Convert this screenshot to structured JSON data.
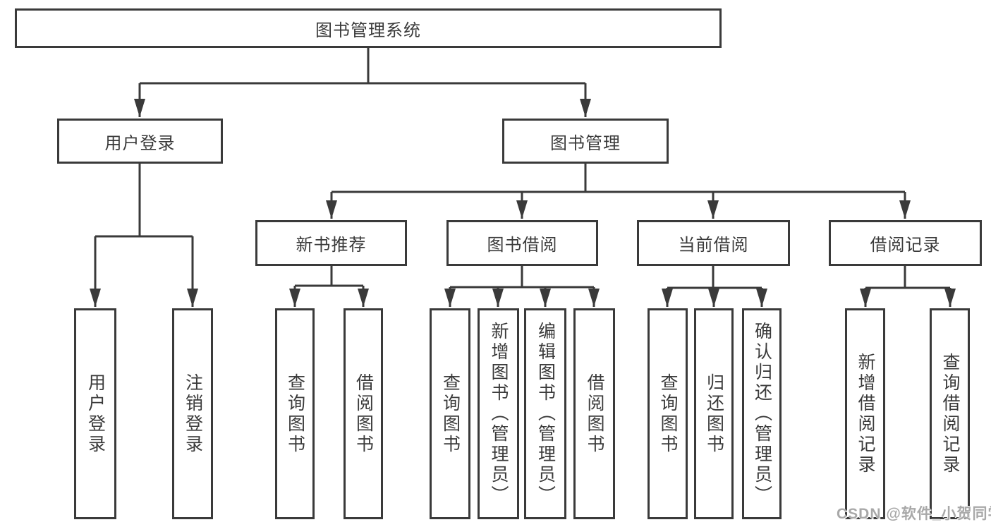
{
  "colors": {
    "line": "#3a3a3a",
    "box_border": "#3a3a3a",
    "text": "#3a3a3a",
    "background": "#ffffff",
    "watermark": "#a8a8a8"
  },
  "tree": {
    "root": {
      "label": "图书管理系统"
    },
    "branches": [
      {
        "label": "用户登录",
        "children": [
          {
            "label": "用户登录"
          },
          {
            "label": "注销登录"
          }
        ]
      },
      {
        "label": "图书管理",
        "children": [
          {
            "label": "新书推荐",
            "children": [
              {
                "label": "查询图书"
              },
              {
                "label": "借阅图书"
              }
            ]
          },
          {
            "label": "图书借阅",
            "children": [
              {
                "label": "查询图书"
              },
              {
                "label": "新增图书（管理员）"
              },
              {
                "label": "编辑图书（管理员）"
              },
              {
                "label": "借阅图书"
              }
            ]
          },
          {
            "label": "当前借阅",
            "children": [
              {
                "label": "查询图书"
              },
              {
                "label": "归还图书"
              },
              {
                "label": "确认归还（管理员）"
              }
            ]
          },
          {
            "label": "借阅记录",
            "children": [
              {
                "label": "新增借阅记录"
              },
              {
                "label": "查询借阅记录"
              }
            ]
          }
        ]
      }
    ]
  },
  "watermark": {
    "text": "CSDN @软件_小贺同学"
  }
}
